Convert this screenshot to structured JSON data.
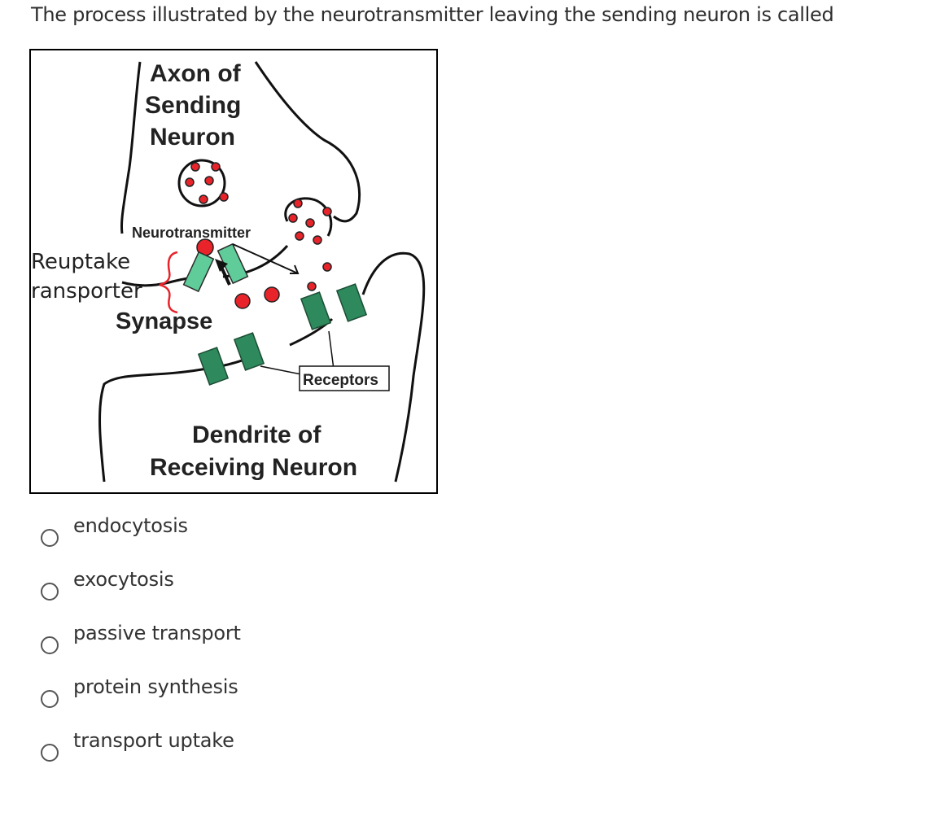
{
  "question": {
    "text": "The process illustrated by the neurotransmitter leaving the sending neuron is called"
  },
  "diagram": {
    "axon_label": [
      "Axon of",
      "Sending",
      "Neuron"
    ],
    "neurotransmitter_label": "Neurotransmitter",
    "reuptake_label": [
      "Reuptake",
      "ransporter"
    ],
    "synapse_label": "Synapse",
    "receptors_label": "Receptors",
    "dendrite_label": [
      "Dendrite of",
      "Receiving Neuron"
    ],
    "colors": {
      "neurotransmitter": "#e8242a",
      "transporter": "#5fcc99",
      "receptor": "#2e8a5c",
      "bracket": "#e8242a"
    }
  },
  "options": [
    {
      "label": "endocytosis"
    },
    {
      "label": "exocytosis"
    },
    {
      "label": "passive transport"
    },
    {
      "label": "protein synthesis"
    },
    {
      "label": "transport uptake"
    }
  ]
}
